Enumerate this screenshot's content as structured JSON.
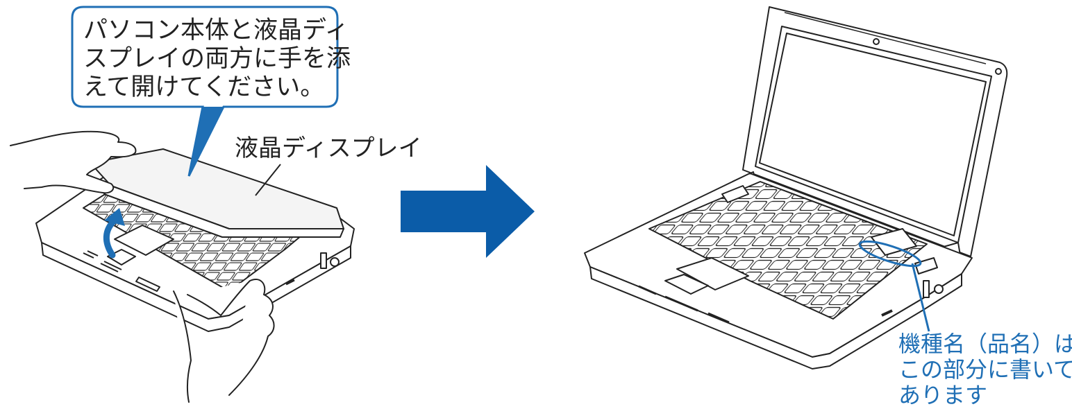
{
  "instruction_bubble": {
    "lines": [
      "パソコン本体と液晶ディ",
      "スプレイの両方に手を添",
      "えて開けてください。"
    ]
  },
  "display_label": "液晶ディスプレイ",
  "model_note": {
    "lines": [
      "機種名（品名）は",
      "この部分に書いて",
      "あります"
    ]
  },
  "colors": {
    "accent_blue": "#1f6fb5",
    "arrow_blue": "#0b5ca8",
    "line": "#222222",
    "bubble_fill": "#ffffff"
  },
  "icons": [
    "laptop-closing-icon",
    "hands-icon",
    "right-arrow-icon",
    "laptop-open-icon",
    "lift-arrow-icon"
  ]
}
